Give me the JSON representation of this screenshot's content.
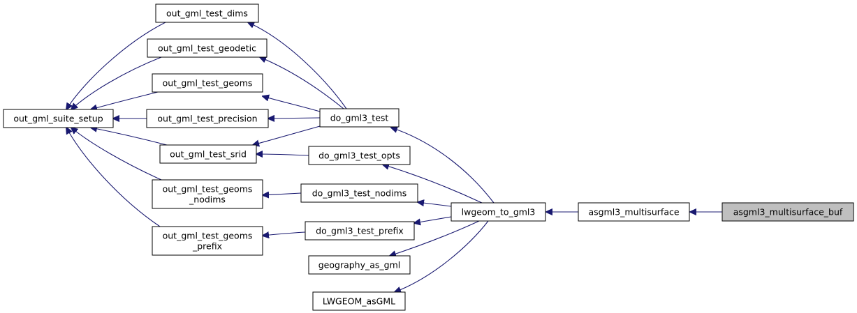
{
  "diagram": {
    "type": "call-graph",
    "colors": {
      "edge": "#191970",
      "node_border": "#000000",
      "current_fill": "#bfbfbf",
      "node_fill": "#ffffff"
    },
    "nodes": [
      {
        "id": "asgml3_multisurface_buf",
        "lines": [
          "asgml3_multisurface_buf"
        ],
        "current": true
      },
      {
        "id": "asgml3_multisurface",
        "lines": [
          "asgml3_multisurface"
        ]
      },
      {
        "id": "lwgeom_to_gml3",
        "lines": [
          "lwgeom_to_gml3"
        ]
      },
      {
        "id": "do_gml3_test",
        "lines": [
          "do_gml3_test"
        ]
      },
      {
        "id": "do_gml3_test_opts",
        "lines": [
          "do_gml3_test_opts"
        ]
      },
      {
        "id": "do_gml3_test_nodims",
        "lines": [
          "do_gml3_test_nodims"
        ]
      },
      {
        "id": "do_gml3_test_prefix",
        "lines": [
          "do_gml3_test_prefix"
        ]
      },
      {
        "id": "geography_as_gml",
        "lines": [
          "geography_as_gml"
        ]
      },
      {
        "id": "LWGEOM_asGML",
        "lines": [
          "LWGEOM_asGML"
        ]
      },
      {
        "id": "out_gml_test_dims",
        "lines": [
          "out_gml_test_dims"
        ]
      },
      {
        "id": "out_gml_test_geodetic",
        "lines": [
          "out_gml_test_geodetic"
        ]
      },
      {
        "id": "out_gml_test_geoms",
        "lines": [
          "out_gml_test_geoms"
        ]
      },
      {
        "id": "out_gml_test_precision",
        "lines": [
          "out_gml_test_precision"
        ]
      },
      {
        "id": "out_gml_test_srid",
        "lines": [
          "out_gml_test_srid"
        ]
      },
      {
        "id": "out_gml_test_geoms_nodims",
        "lines": [
          "out_gml_test_geoms",
          "_nodims"
        ]
      },
      {
        "id": "out_gml_test_geoms_prefix",
        "lines": [
          "out_gml_test_geoms",
          "_prefix"
        ]
      },
      {
        "id": "out_gml_suite_setup",
        "lines": [
          "out_gml_suite_setup"
        ]
      }
    ],
    "edges": [
      {
        "from": "asgml3_multisurface_buf",
        "to": "asgml3_multisurface"
      },
      {
        "from": "asgml3_multisurface",
        "to": "lwgeom_to_gml3"
      },
      {
        "from": "lwgeom_to_gml3",
        "to": "do_gml3_test"
      },
      {
        "from": "lwgeom_to_gml3",
        "to": "do_gml3_test_opts"
      },
      {
        "from": "lwgeom_to_gml3",
        "to": "do_gml3_test_nodims"
      },
      {
        "from": "lwgeom_to_gml3",
        "to": "do_gml3_test_prefix"
      },
      {
        "from": "lwgeom_to_gml3",
        "to": "geography_as_gml"
      },
      {
        "from": "lwgeom_to_gml3",
        "to": "LWGEOM_asGML"
      },
      {
        "from": "do_gml3_test",
        "to": "out_gml_test_dims"
      },
      {
        "from": "do_gml3_test",
        "to": "out_gml_test_geodetic"
      },
      {
        "from": "do_gml3_test",
        "to": "out_gml_test_geoms"
      },
      {
        "from": "do_gml3_test",
        "to": "out_gml_test_precision"
      },
      {
        "from": "do_gml3_test",
        "to": "out_gml_test_srid"
      },
      {
        "from": "do_gml3_test_opts",
        "to": "out_gml_test_srid"
      },
      {
        "from": "do_gml3_test_nodims",
        "to": "out_gml_test_geoms_nodims"
      },
      {
        "from": "do_gml3_test_prefix",
        "to": "out_gml_test_geoms_prefix"
      },
      {
        "from": "out_gml_test_dims",
        "to": "out_gml_suite_setup"
      },
      {
        "from": "out_gml_test_geodetic",
        "to": "out_gml_suite_setup"
      },
      {
        "from": "out_gml_test_geoms",
        "to": "out_gml_suite_setup"
      },
      {
        "from": "out_gml_test_precision",
        "to": "out_gml_suite_setup"
      },
      {
        "from": "out_gml_test_srid",
        "to": "out_gml_suite_setup"
      },
      {
        "from": "out_gml_test_geoms_nodims",
        "to": "out_gml_suite_setup"
      },
      {
        "from": "out_gml_test_geoms_prefix",
        "to": "out_gml_suite_setup"
      }
    ]
  }
}
